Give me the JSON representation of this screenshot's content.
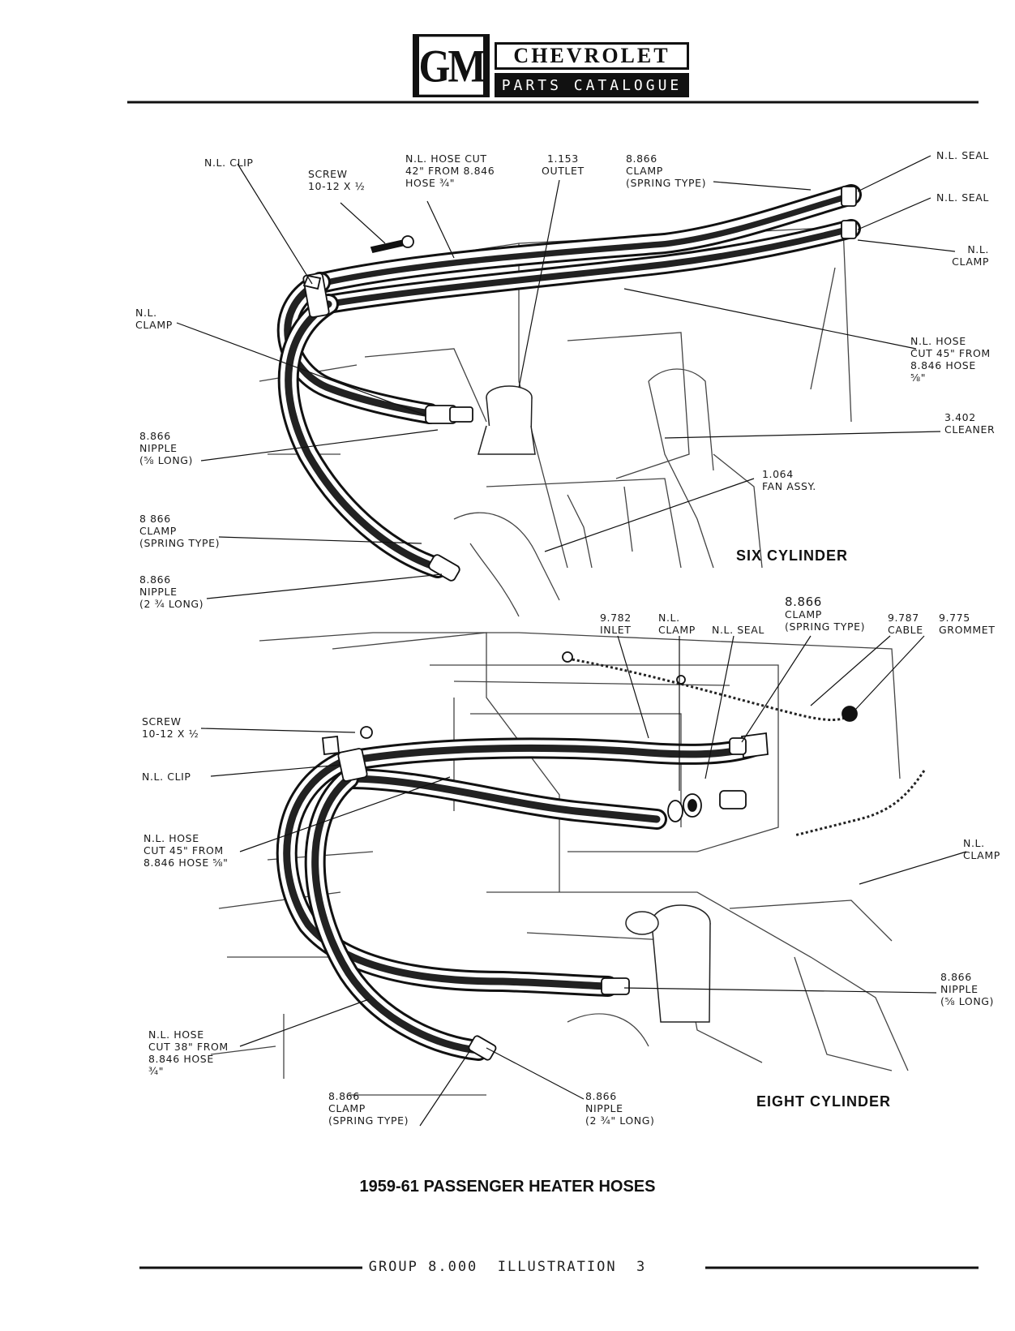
{
  "header": {
    "logo_mark": "GM",
    "brand": "CHEVROLET",
    "subtitle": "PARTS CATALOGUE"
  },
  "six_cylinder": {
    "title": "SIX CYLINDER",
    "labels": {
      "nl_clip": [
        "N.L. CLIP"
      ],
      "screw": [
        "SCREW",
        "10-12 x ½"
      ],
      "hose_cut_42": [
        "N.L. HOSE CUT",
        "42\" FROM 8.846",
        "HOSE ¾\""
      ],
      "outlet": [
        "1.153",
        "OUTLET"
      ],
      "clamp_spring": [
        "8.866",
        "CLAMP",
        "(SPRING TYPE)"
      ],
      "seal_1": [
        "N.L. SEAL"
      ],
      "seal_2": [
        "N.L. SEAL"
      ],
      "nl_clamp_right": [
        "N.L.",
        "CLAMP"
      ],
      "nl_clamp_left": [
        "N.L.",
        "CLAMP"
      ],
      "hose_cut_45": [
        "N.L. HOSE",
        "CUT 45\" FROM",
        "8.846 HOSE",
        "⅝\""
      ],
      "nipple_short": [
        "8.866",
        "NIPPLE",
        "(⅝ LONG)"
      ],
      "cleaner": [
        "3.402",
        "CLEANER"
      ],
      "fan": [
        "1.064",
        "FAN ASSY."
      ],
      "clamp_spring_low": [
        "8 866",
        "CLAMP",
        "(SPRING TYPE)"
      ],
      "nipple_long": [
        "8.866",
        "NIPPLE",
        "(2 ¾ LONG)"
      ]
    }
  },
  "eight_cylinder": {
    "title": "EIGHT CYLINDER",
    "labels": {
      "inlet": [
        "9.782",
        "INLET"
      ],
      "nl_clamp_top": [
        "N.L.",
        "CLAMP"
      ],
      "nl_seal": [
        "N.L. SEAL"
      ],
      "clamp_spring_top": [
        "8.866",
        "CLAMP",
        "(SPRING TYPE)"
      ],
      "cable": [
        "9.787",
        "CABLE"
      ],
      "grommet": [
        "9.775",
        "GROMMET"
      ],
      "screw": [
        "SCREW",
        "10-12 x ½"
      ],
      "nl_clip": [
        "N.L. CLIP"
      ],
      "hose_cut_45": [
        "N.L. HOSE",
        "CUT 45\" FROM",
        "8.846 HOSE ⅝\""
      ],
      "nl_clamp_right": [
        "N.L.",
        "CLAMP"
      ],
      "nipple_short": [
        "8.866",
        "NIPPLE",
        "(⅝ LONG)"
      ],
      "hose_cut_38": [
        "N.L. HOSE",
        "CUT 38\" FROM",
        "8.846 HOSE",
        "¾\""
      ],
      "clamp_spring_low": [
        "8.866",
        "CLAMP",
        "(SPRING TYPE)"
      ],
      "nipple_long": [
        "8.866",
        "NIPPLE",
        "(2 ¾\" LONG)"
      ]
    }
  },
  "caption": "1959-61 PASSENGER HEATER HOSES",
  "footer": {
    "text": "GROUP 8.000  ILLUSTRATION  3"
  }
}
